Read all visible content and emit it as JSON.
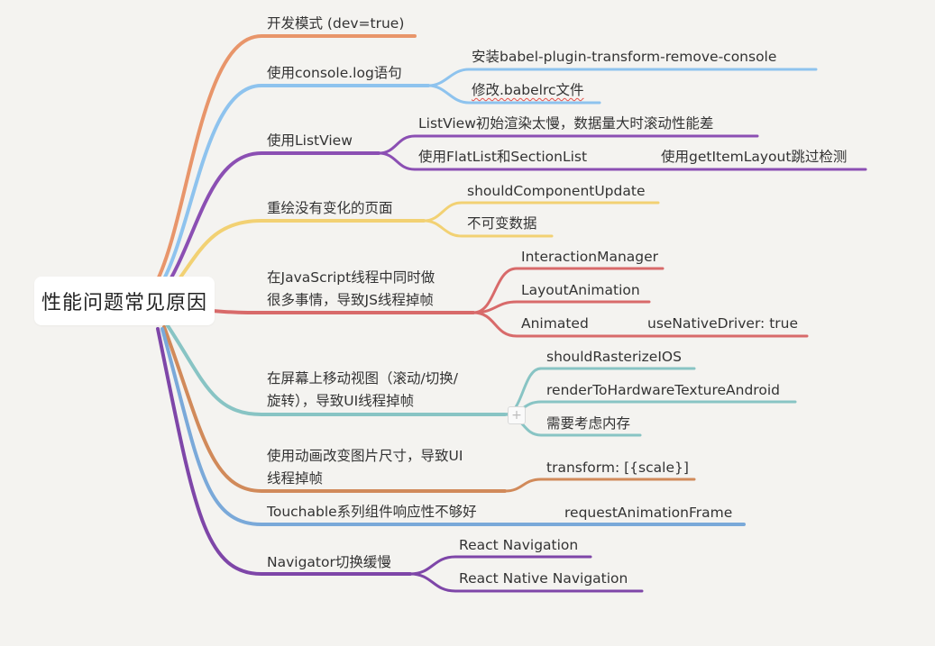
{
  "root": "性能问题常见原因",
  "branches": {
    "dev": {
      "label": "开发模式 (dev=true)"
    },
    "console": {
      "label": "使用console.log语句",
      "children": [
        "安装babel-plugin-transform-remove-console",
        "修改.babelrc文件"
      ]
    },
    "listview": {
      "label": "使用ListView",
      "children": [
        "ListView初始渲染太慢，数据量大时滚动性能差",
        "使用FlatList和SectionList"
      ],
      "grandchild": "使用getItemLayout跳过检测"
    },
    "redraw": {
      "label": "重绘没有变化的页面",
      "children": [
        "shouldComponentUpdate",
        "不可变数据"
      ]
    },
    "jsthread": {
      "label_line1": "在JavaScript线程中同时做",
      "label_line2": "很多事情，导致JS线程掉帧",
      "children": [
        "InteractionManager",
        "LayoutAnimation",
        "Animated"
      ],
      "grandchild": "useNativeDriver: true"
    },
    "uithread": {
      "label_line1": "在屏幕上移动视图（滚动/切换/",
      "label_line2": "旋转），导致UI线程掉帧",
      "children": [
        "shouldRasterizeIOS",
        "renderToHardwareTextureAndroid",
        "需要考虑内存"
      ],
      "collapse_symbol": "+"
    },
    "anim": {
      "label_line1": "使用动画改变图片尺寸，导致UI",
      "label_line2": "线程掉帧",
      "children": [
        "transform: [{scale}]"
      ]
    },
    "touchable": {
      "label": "Touchable系列组件响应性不够好",
      "children": [
        "requestAnimationFrame"
      ]
    },
    "navigator": {
      "label": "Navigator切换缓慢",
      "children": [
        "React Navigation",
        "React Native Navigation"
      ]
    }
  },
  "colors": {
    "orange": "#e8956a",
    "blue": "#8ec3ee",
    "purple": "#8b4fb3",
    "yellow": "#f2d173",
    "red": "#d86a6a",
    "teal": "#88c4c4",
    "brown": "#d18a5a",
    "lightblue": "#7aa9d9",
    "violet": "#7e46a8"
  }
}
